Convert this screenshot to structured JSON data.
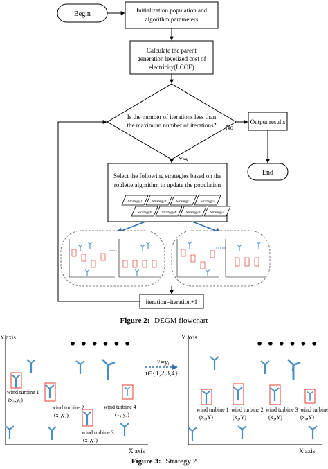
{
  "figure2": {
    "nodes": {
      "begin": "Begin",
      "init": [
        "Initialization population and",
        "algorithm parameters"
      ],
      "calc": [
        "Calculate the parent",
        "generation levelized cost of",
        "electricity(LCOE)"
      ],
      "decision": [
        "Is the number of iterations less than",
        "the maximum number of iterations?"
      ],
      "output": "Output results",
      "end": "End",
      "select": [
        "Select the following strategies based on the",
        "roulette algorithm to update the population"
      ],
      "iter": "iteration=iteration+1"
    },
    "labels": {
      "no": "No",
      "yes": "Yes"
    },
    "strategies_top": [
      "Strategy1",
      "Strategy2",
      "Strategy3",
      "Strategy5"
    ],
    "strategies_bottom": [
      "Strategy6",
      "Strategy4",
      "Strategy8",
      "Strategy4"
    ],
    "caption_bold": "Figure 2:",
    "caption_text": "DEGM flowchart"
  },
  "figure3": {
    "left_panel": {
      "y_axis": "Y axis",
      "x_axis": "X axis",
      "turbines": [
        {
          "name": "wind turbine 1",
          "coord": "(x₁,y₁)"
        },
        {
          "name": "wind turbine 2",
          "coord": "(x₂,y₂)"
        },
        {
          "name": "wind turbine 3",
          "coord": "(x₃,y₃)"
        },
        {
          "name": "wind turbine 4",
          "coord": "(x₄,y₄)"
        }
      ]
    },
    "arrow_label_top": "Y=yᵢ",
    "arrow_label_bottom": "i∈{1,2,3,4}",
    "right_panel": {
      "y_axis": "Y axis",
      "x_axis": "X axis",
      "turbines": [
        {
          "name": "wind turbine 1",
          "coord": "(x₁,Y)"
        },
        {
          "name": "wind turbine 2",
          "coord": "(x₂,Y)"
        },
        {
          "name": "wind turbine 3",
          "coord": "(x₃,Y)"
        },
        {
          "name": "wind turbine 4",
          "coord": "(x₄,Y)"
        }
      ]
    },
    "caption_bold": "Figure 3:",
    "caption_text": "Strategy 2"
  },
  "colors": {
    "turbine": "#4a8fc4",
    "highlight": "#e03c31",
    "arrow": "#2f6fb3"
  }
}
